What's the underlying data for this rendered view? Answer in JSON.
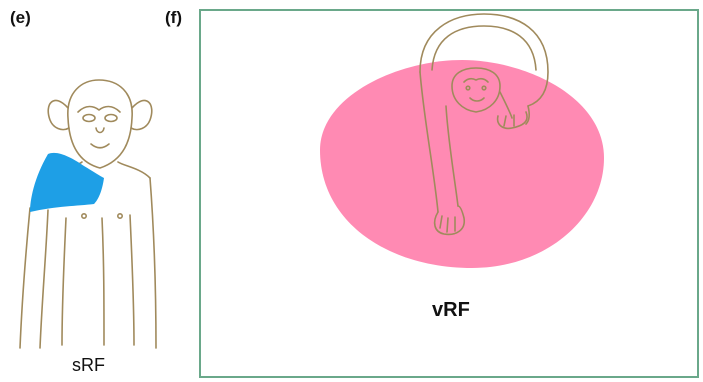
{
  "panels": {
    "e": {
      "label": "(e)",
      "caption": "sRF"
    },
    "f": {
      "label": "(f)",
      "caption": "vRF"
    }
  },
  "colors": {
    "somatosensory_field": "#1e9fe6",
    "visual_field": "#ff8ab3",
    "outline": "#a08a5c",
    "frame": "#6aa88a"
  }
}
